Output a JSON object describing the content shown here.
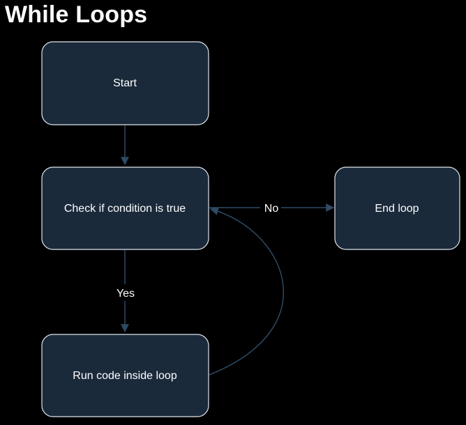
{
  "title": "While Loops",
  "colors": {
    "background": "#000000",
    "node_fill": "#1b2a3a",
    "node_stroke": "#dfe6ee",
    "edge": "#2e4a64",
    "text": "#ffffff"
  },
  "nodes": {
    "start": "Start",
    "check": "Check if condition is true",
    "end": "End loop",
    "run": "Run code inside loop"
  },
  "edges": {
    "no": "No",
    "yes": "Yes"
  }
}
